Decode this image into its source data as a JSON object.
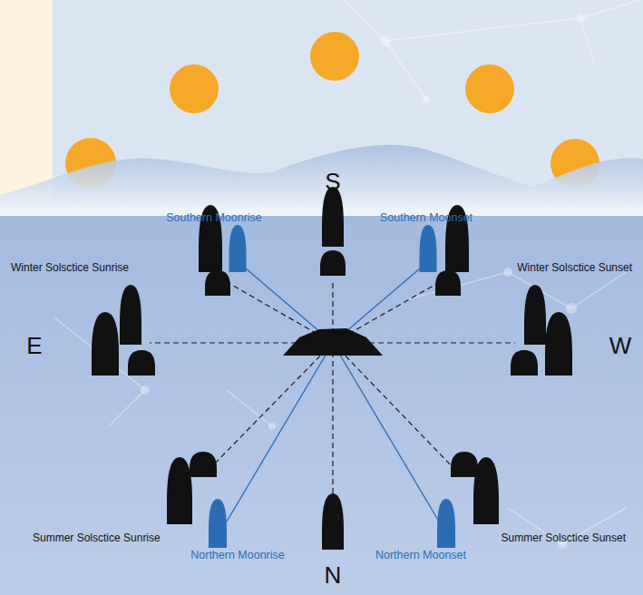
{
  "diagram": {
    "labels": [
      "S",
      "Southern Moonrise",
      "Southern Moonset",
      "Winter Solsctice Sunrise",
      "Winter Solsctice Sunset",
      "E",
      "W",
      "Summer Solsctice Sunrise",
      "Summer Solsctice Sunset",
      "Northern Moonrise",
      "Northern Moonset",
      "N"
    ]
  }
}
